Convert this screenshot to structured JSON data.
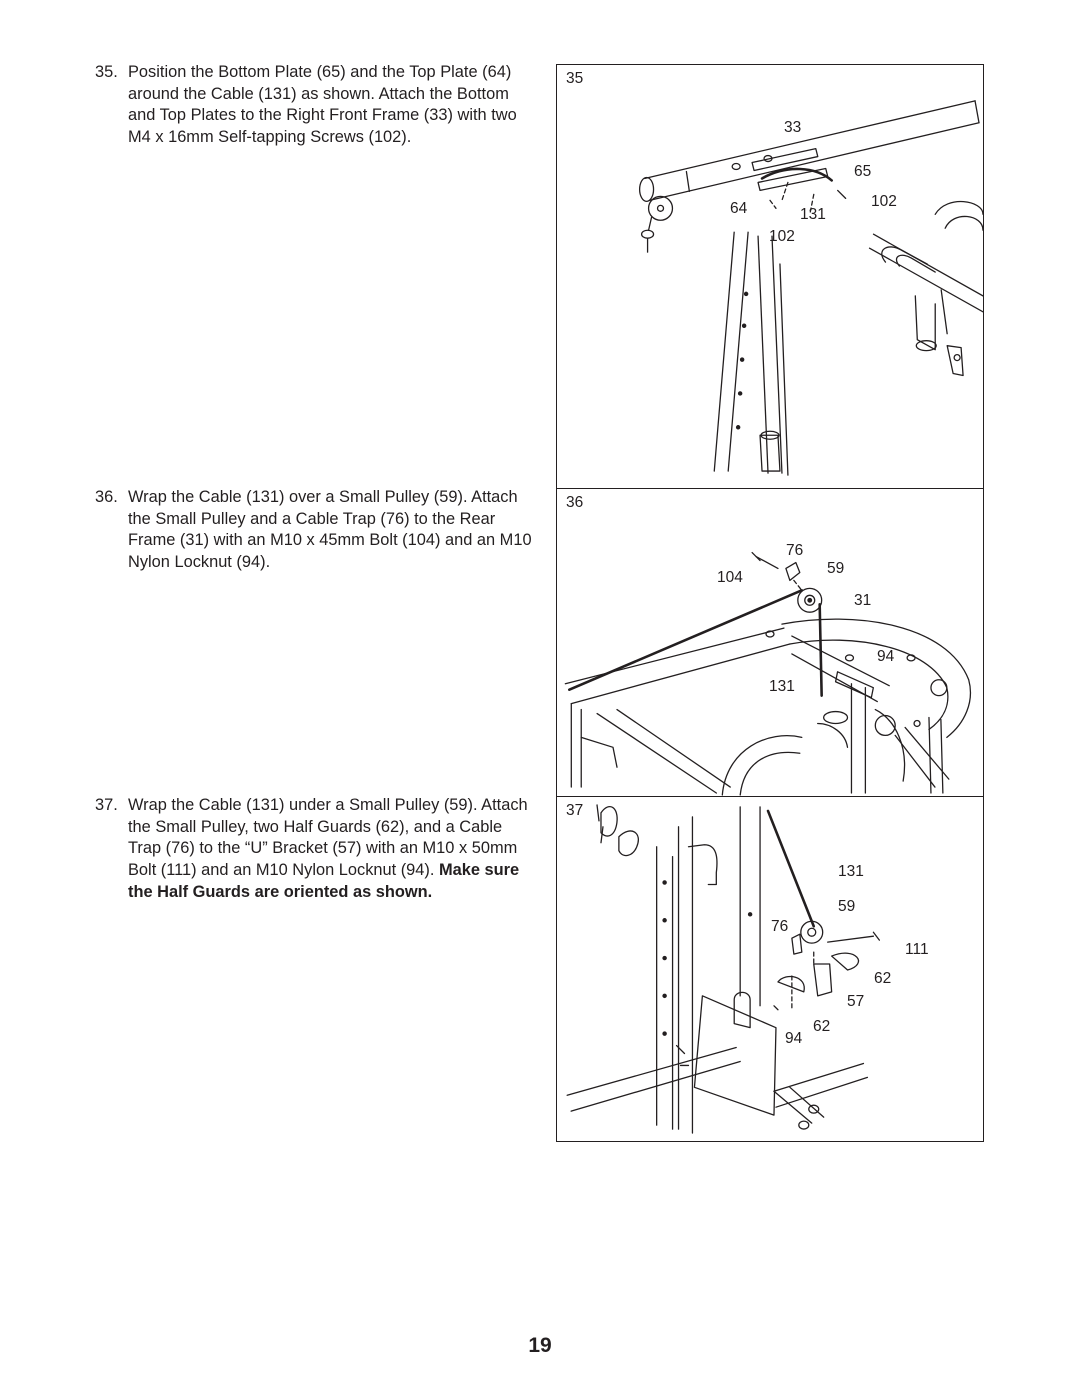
{
  "steps": [
    {
      "number": "35.",
      "text": "Position the Bottom Plate (65) and the Top Plate (64) around the Cable (131) as shown. Attach the Bottom and Top Plates to the Right Front Frame (33) with two M4 x 16mm Self-tapping Screws (102).",
      "emphasis": ""
    },
    {
      "number": "36.",
      "text": "Wrap the Cable (131) over a Small Pulley (59). Attach the Small Pulley and a Cable Trap (76) to the Rear Frame (31) with an M10 x 45mm Bolt (104) and an M10 Nylon Locknut (94).",
      "emphasis": ""
    },
    {
      "number": "37.",
      "text": "Wrap the Cable (131) under a Small Pulley (59). Attach the Small Pulley, two Half Guards (62), and a Cable Trap (76) to the “U” Bracket (57) with an M10 x 50mm Bolt (111) and an M10 Nylon Locknut (94). ",
      "emphasis": "Make sure the Half Guards are oriented as shown."
    }
  ],
  "figures": [
    {
      "number": "35",
      "callouts": [
        "33",
        "65",
        "102",
        "64",
        "131",
        "102"
      ]
    },
    {
      "number": "36",
      "callouts": [
        "76",
        "104",
        "59",
        "31",
        "94",
        "131"
      ]
    },
    {
      "number": "37",
      "callouts": [
        "131",
        "59",
        "76",
        "111",
        "62",
        "57",
        "62",
        "94"
      ]
    }
  ],
  "page_number": "19"
}
